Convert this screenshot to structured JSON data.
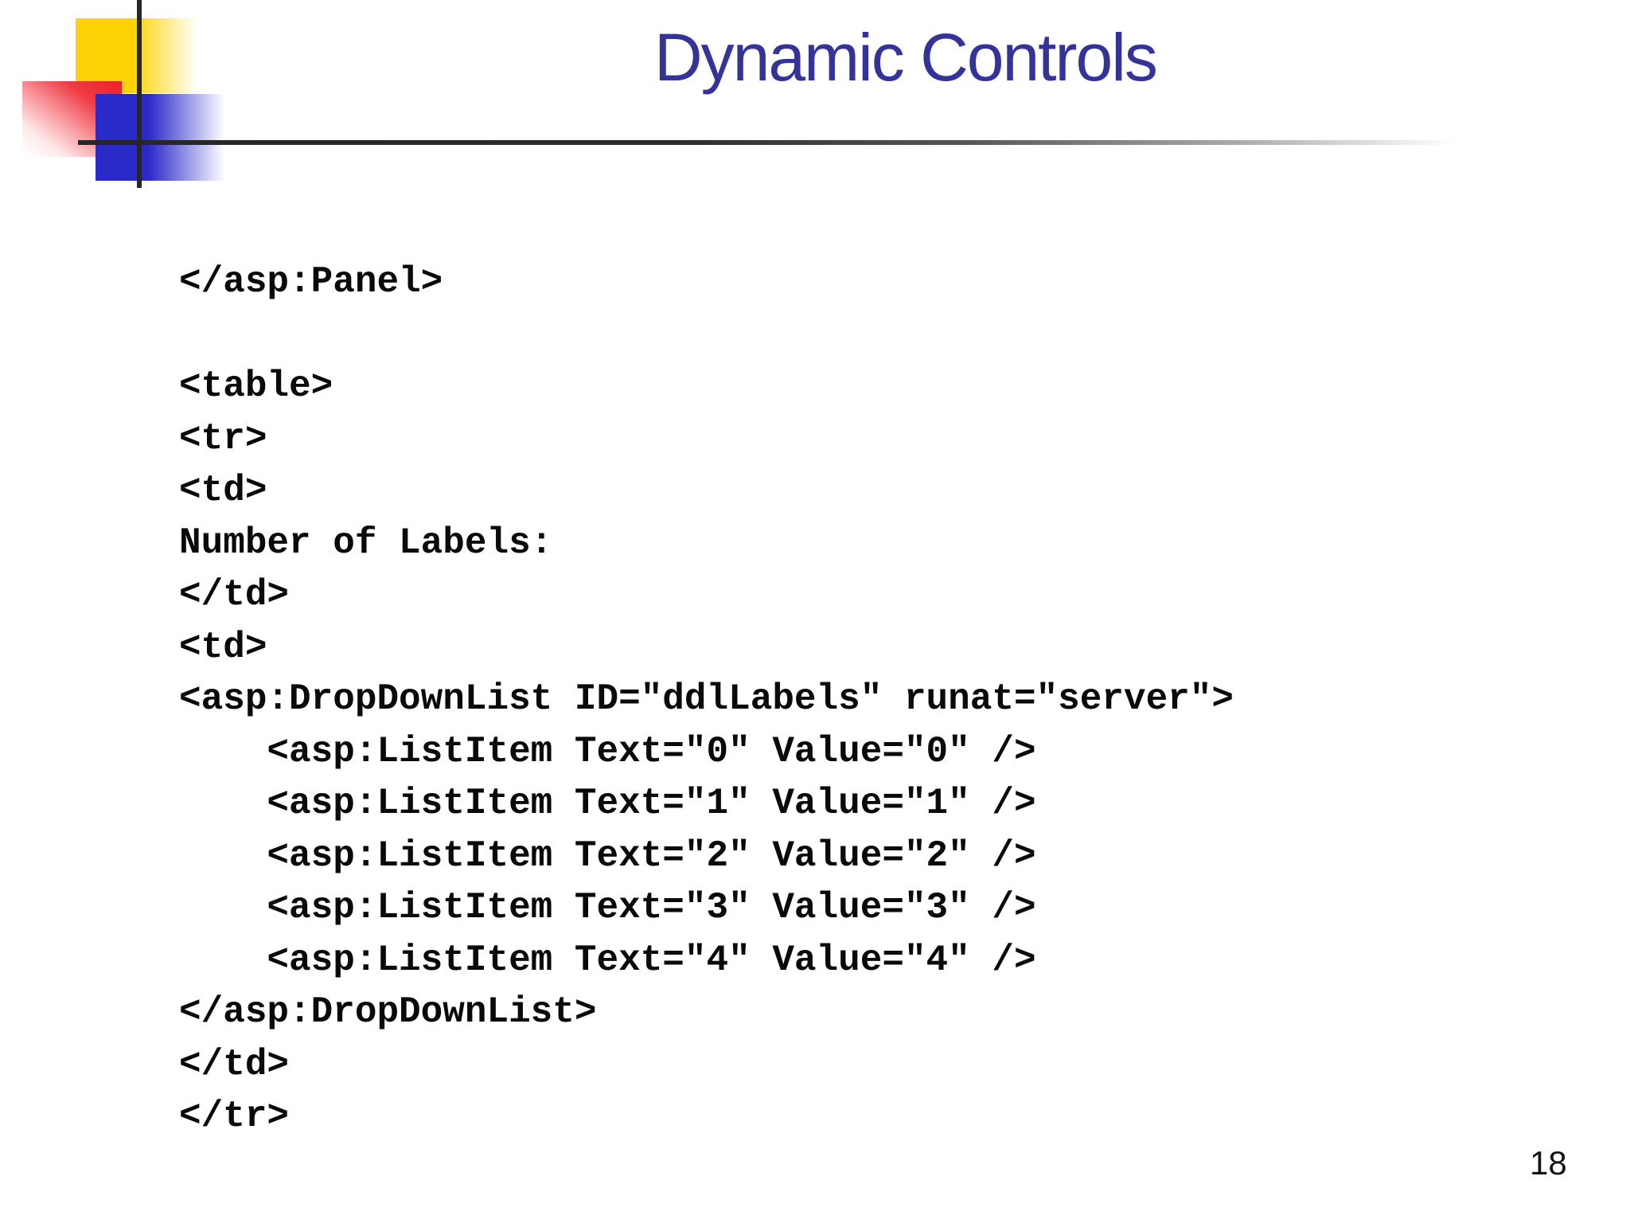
{
  "slide": {
    "title": "Dynamic Controls",
    "page_number": "18"
  },
  "code": {
    "lines": [
      "</asp:Panel>",
      "",
      "<table>",
      "<tr>",
      "<td>",
      "Number of Labels:",
      "</td>",
      "<td>",
      "<asp:DropDownList ID=\"ddlLabels\" runat=\"server\">",
      "    <asp:ListItem Text=\"0\" Value=\"0\" />",
      "    <asp:ListItem Text=\"1\" Value=\"1\" />",
      "    <asp:ListItem Text=\"2\" Value=\"2\" />",
      "    <asp:ListItem Text=\"3\" Value=\"3\" />",
      "    <asp:ListItem Text=\"4\" Value=\"4\" />",
      "</asp:DropDownList>",
      "</td>",
      "</tr>"
    ]
  },
  "colors": {
    "title_text": "#333399",
    "code_text": "#0a0a0a",
    "decoration_yellow": "#ffd203",
    "decoration_red": "#ee2027",
    "decoration_blue": "#2a2ac8",
    "crosshair_line": "#262626"
  }
}
